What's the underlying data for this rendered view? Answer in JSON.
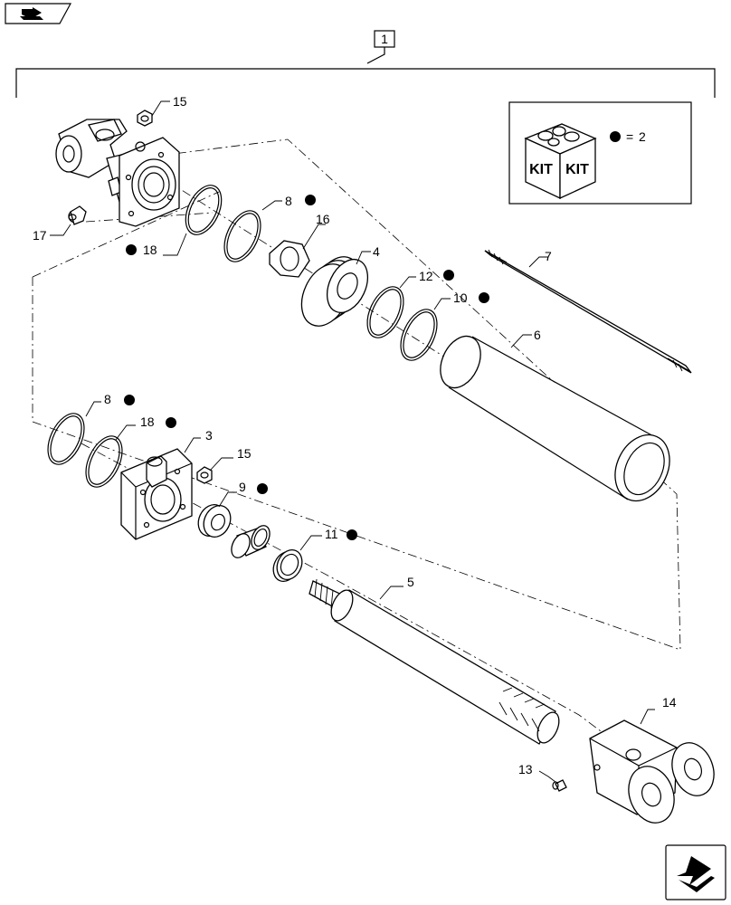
{
  "assembly_callout": "1",
  "callouts": {
    "c3": "3",
    "c4": "4",
    "c5": "5",
    "c6": "6",
    "c7": "7",
    "c8a": "8",
    "c8b": "8",
    "c9": "9",
    "c10": "10",
    "c11": "11",
    "c12": "12",
    "c13": "13",
    "c14": "14",
    "c15a": "15",
    "c15b": "15",
    "c16": "16",
    "c17": "17",
    "c18a": "18",
    "c18b": "18"
  },
  "kit_legend": {
    "box_text_1": "KIT",
    "box_text_2": "KIT",
    "equals": "=",
    "value": "2"
  },
  "icons": {
    "top_left": "previous-page-icon",
    "bottom_right": "next-page-icon"
  }
}
